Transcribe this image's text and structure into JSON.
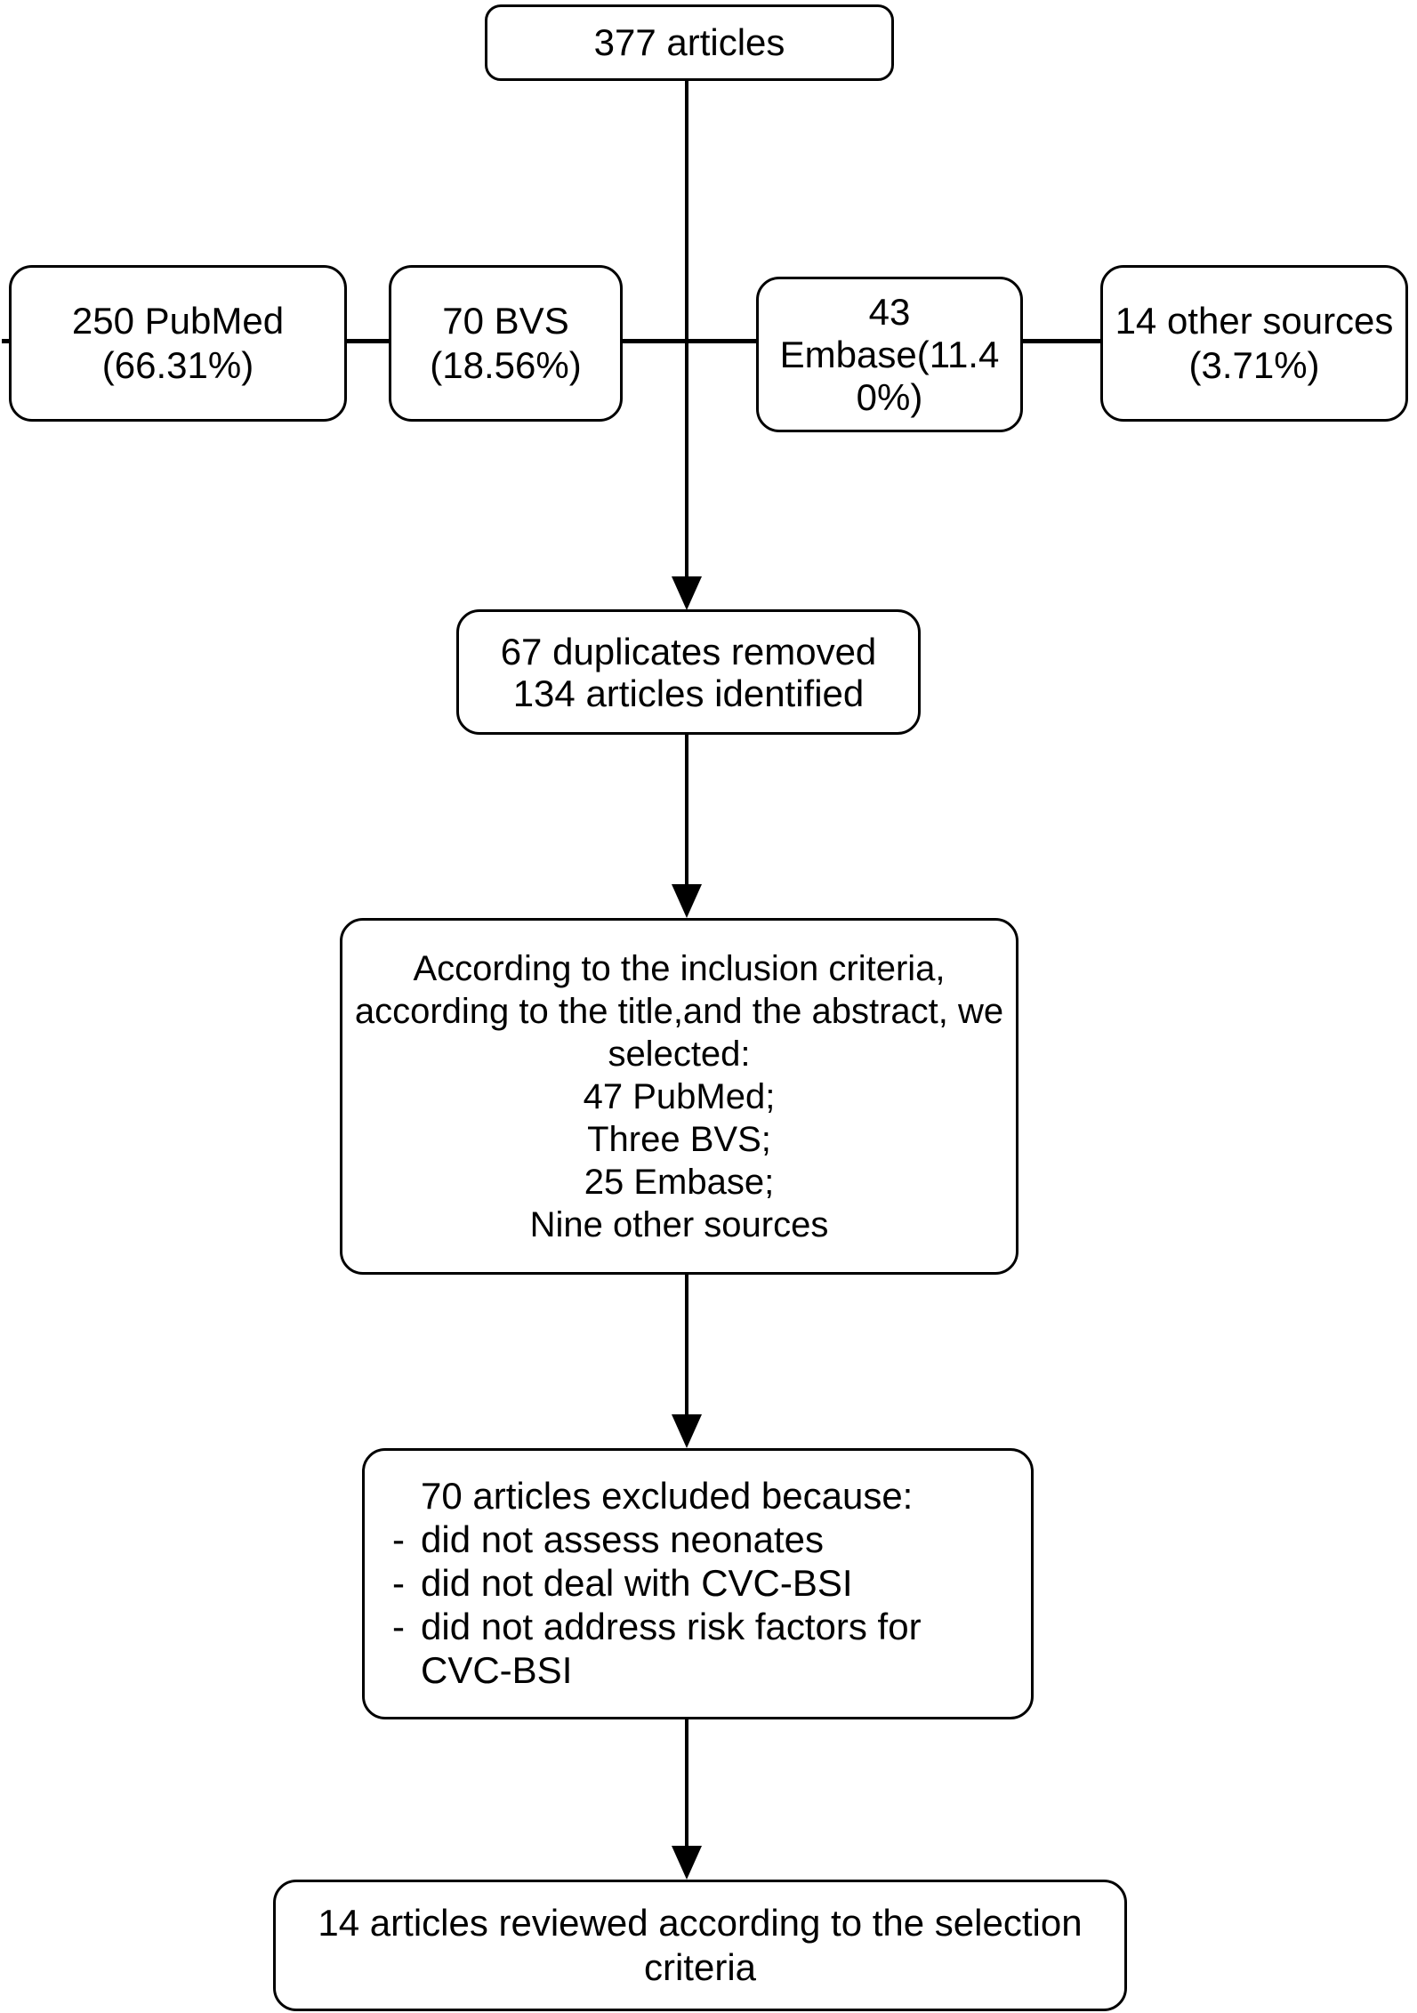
{
  "figure": {
    "background": "#ffffff",
    "line_color": "#000000",
    "text_color": "#000000"
  },
  "boxes": {
    "total": {
      "text": "377 articles"
    },
    "pubmed": {
      "lines": [
        "250 PubMed",
        "(66.31%)"
      ]
    },
    "bvs": {
      "lines": [
        "70 BVS",
        "(18.56%)"
      ]
    },
    "embase": {
      "lines": [
        "43",
        "Embase(11.4",
        "0%)"
      ]
    },
    "other_sources": {
      "lines": [
        "14 other sources",
        "(3.71%)"
      ]
    },
    "duplicates": {
      "lines": [
        "67 duplicates removed",
        "134 articles identified"
      ]
    },
    "inclusion": {
      "lines": [
        "According to the inclusion criteria,",
        "according to the title,and the abstract, we",
        "selected:",
        "47 PubMed;",
        "Three BVS;",
        "25 Embase;",
        "Nine other sources"
      ]
    },
    "excluded": {
      "title": "70 articles excluded because:",
      "bullet": "-",
      "items": [
        "did not assess neonates",
        "did not deal with CVC-BSI",
        "did not address risk factors for CVC-BSI"
      ]
    },
    "final": {
      "lines": [
        "14 articles reviewed according to the selection",
        "criteria"
      ]
    }
  }
}
